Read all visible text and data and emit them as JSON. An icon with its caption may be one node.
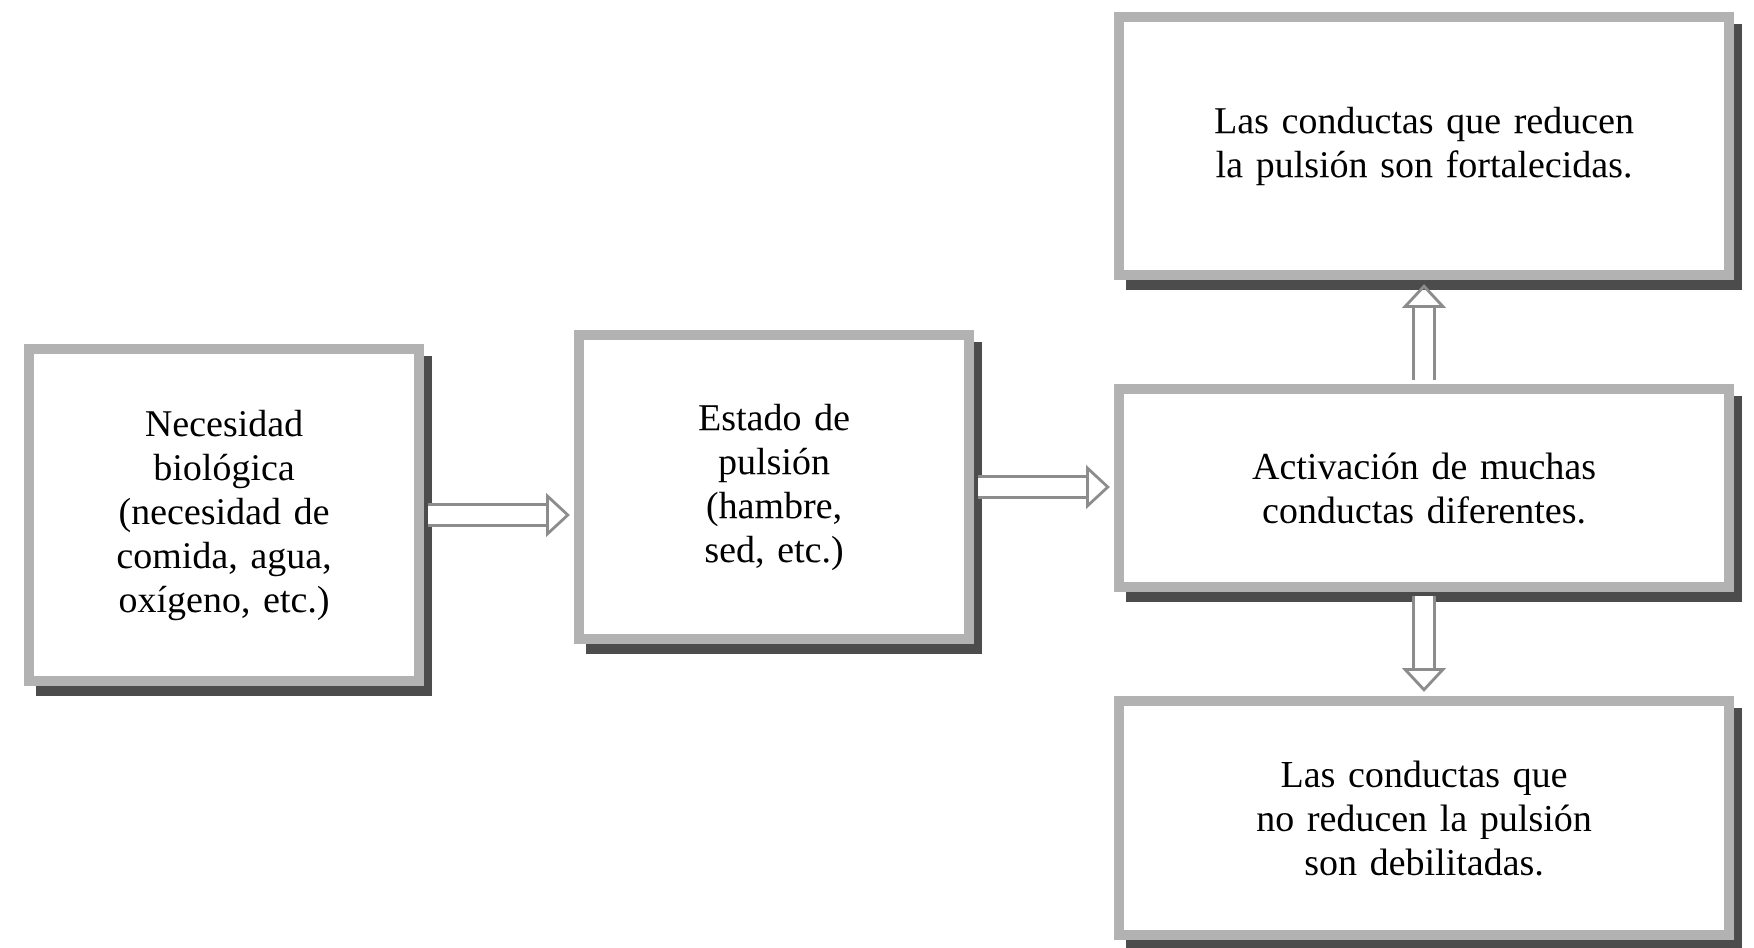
{
  "diagram": {
    "nodes": [
      {
        "text": [
          "Necesidad biológica (necesidad de comida, agua, oxígeno, etc.)"
        ]
      },
      {
        "text": [
          "Estado de pulsión (hambre, sed, etc.)"
        ]
      },
      {
        "text": [
          "Las conductas que reducen la pulsión son fortalecidas."
        ]
      },
      {
        "text": [
          "Activación de muchas conductas diferentes."
        ]
      },
      {
        "text": [
          "Las conductas que no reducen la pulsión son debilitadas."
        ]
      }
    ],
    "edges": [
      {
        "from": 0,
        "to": 1,
        "arrow": "to"
      },
      {
        "from": 1,
        "to": 3,
        "arrow": "to"
      },
      {
        "from": 3,
        "to": 2,
        "arrow": "to"
      },
      {
        "from": 3,
        "to": 4,
        "arrow": "to"
      }
    ]
  }
}
